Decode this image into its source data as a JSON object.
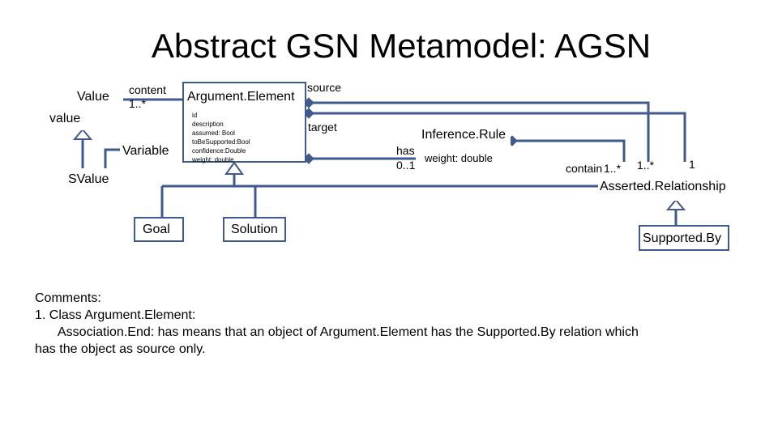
{
  "title": "Abstract GSN Metamodel: AGSN",
  "classes": {
    "value_class": {
      "name": "Value",
      "attribute": "value"
    },
    "variable": "Variable",
    "svalue": "SValue",
    "argument_element": {
      "name": "Argument.Element",
      "attributes": [
        "id",
        "description",
        "assumed: Bool",
        "toBeSupported:Bool",
        "confidence:Double",
        "weight: double"
      ]
    },
    "inference_rule": {
      "name": "Inference.Rule",
      "attribute": "weight: double"
    },
    "goal": "Goal",
    "solution": "Solution",
    "asserted_relationship": "Asserted.Relationship",
    "supported_by": "Supported.By"
  },
  "associations": {
    "content_role": "content",
    "content_multiplicity": "1..*",
    "source_role": "source",
    "target_role": "target",
    "has_role": "has",
    "has_multiplicity": "0..1",
    "contain_role": "contain",
    "contain_multiplicity": "1..*",
    "multiplicity_many": "1..*",
    "multiplicity_one": "1"
  },
  "comments": {
    "heading": "Comments:",
    "item_1": "1.  Class Argument.Element:",
    "item_1_detail_a": "Association.End: has means that an object of Argument.Element has the Supported.By relation which",
    "item_1_detail_b": "has the object as source only."
  },
  "colors": {
    "line": "#3f5a8c",
    "background": "#ffffff"
  }
}
